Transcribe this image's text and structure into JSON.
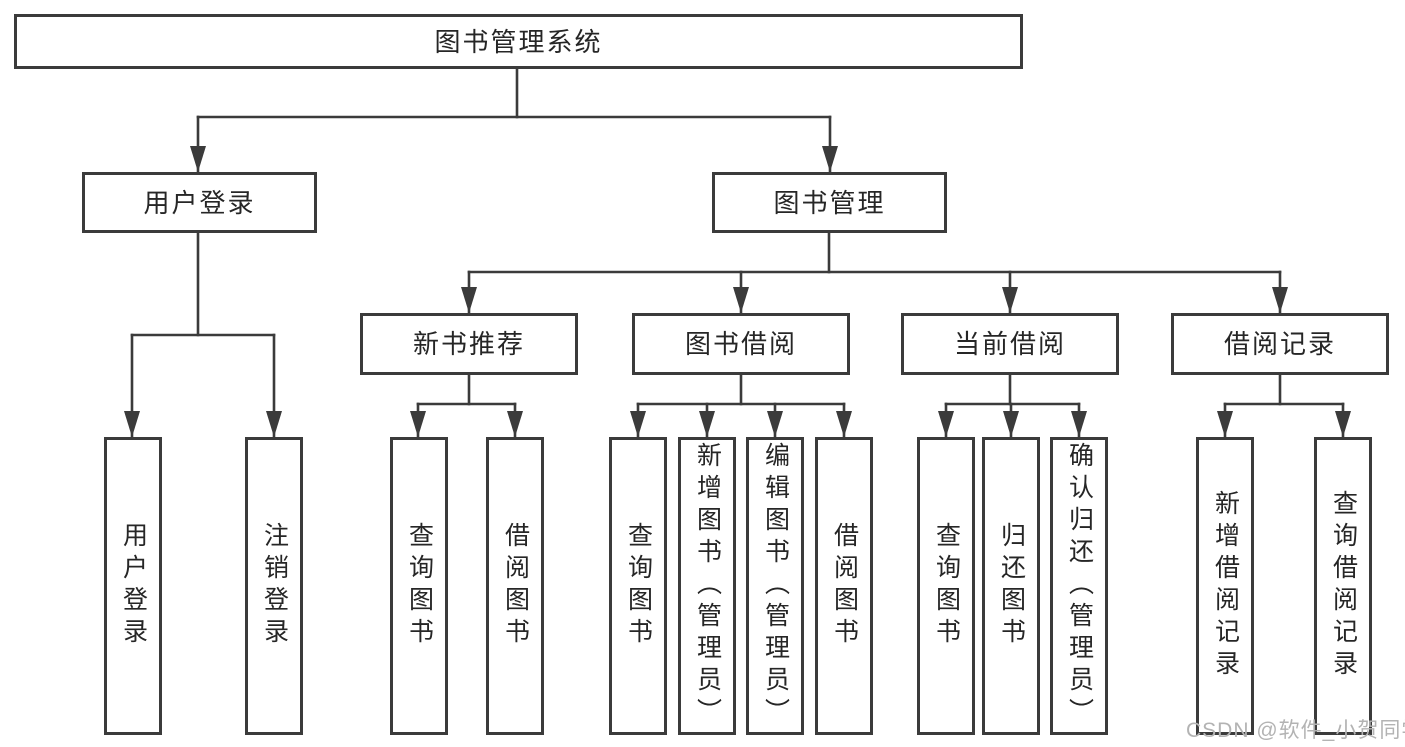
{
  "colors": {
    "line": "#3b3b3b",
    "text": "#262626",
    "watermark": "#b3b3b3",
    "background": "#ffffff"
  },
  "nodes": {
    "root": "图书管理系统",
    "user_login": "用户登录",
    "book_mgmt": "图书管理",
    "new_book_rec": "新书推荐",
    "book_borrow": "图书借阅",
    "current_borrow": "当前借阅",
    "borrow_record": "借阅记录"
  },
  "leaves": {
    "user_login": "用户登录",
    "logout": "注销登录",
    "nb_query": "查询图书",
    "nb_borrow": "借阅图书",
    "bb_query": "查询图书",
    "bb_add": "新增图书（管理员）",
    "bb_edit": "编辑图书（管理员）",
    "bb_borrow": "借阅图书",
    "cb_query": "查询图书",
    "cb_return": "归还图书",
    "cb_confirm": "确认归还（管理员）",
    "br_add": "新增借阅记录",
    "br_query": "查询借阅记录"
  },
  "watermark": {
    "text": "CSDN @软件_小贺同学"
  }
}
